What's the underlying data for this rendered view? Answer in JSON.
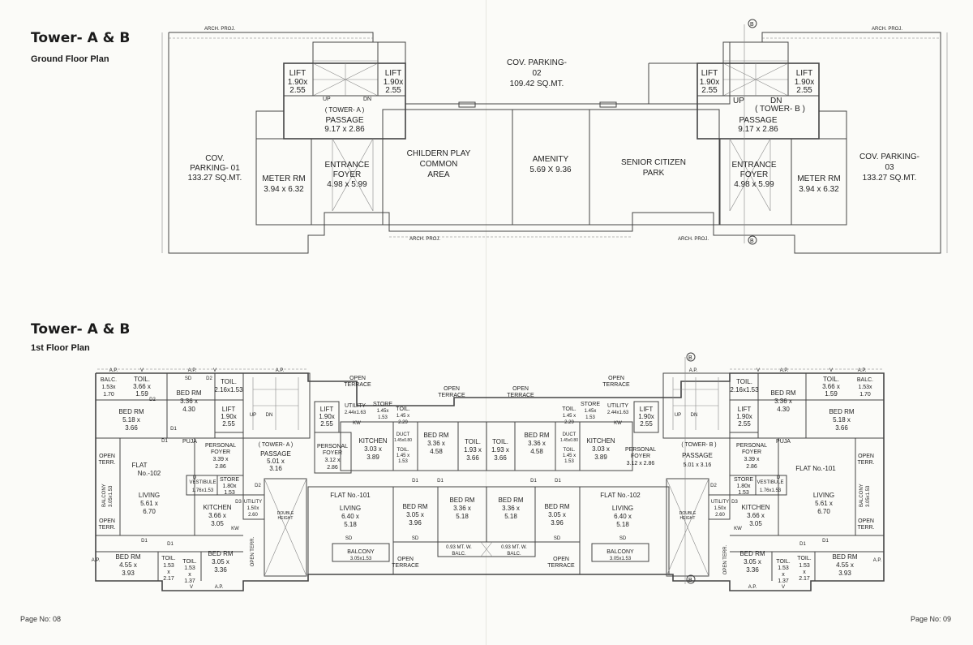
{
  "ground": {
    "title": "Tower- A & B",
    "subtitle": "Ground Floor Plan",
    "arch_proj": "ARCH. PROJ.",
    "dims": {
      "l1": "1.90x",
      "l2": "2.55",
      "passage": "9.17 x 2.86",
      "foyer": "4.98 x 5.99",
      "meter": "3.94 x 6.32"
    },
    "rooms": {
      "parking_01": [
        "COV.",
        "PARKING- 01",
        "133.27 SQ.MT."
      ],
      "parking_02": [
        "COV. PARKING-",
        "02",
        "109.42 SQ.MT."
      ],
      "parking_03": [
        "COV. PARKING-",
        "03",
        "133.27 SQ.MT."
      ],
      "lift": "LIFT",
      "up": "UP",
      "dn": "DN",
      "tower_a": "( TOWER- A )",
      "tower_b": "( TOWER- B )",
      "passage": "PASSAGE",
      "meter_rm": "METER RM",
      "entrance": "ENTRANCE",
      "foyer": "FOYER",
      "play": [
        "CHILDERN PLAY",
        "COMMON",
        "AREA"
      ],
      "amenity": "AMENITY",
      "amenity_dim": "5.69 X 9.36",
      "senior": [
        "SENIOR CITIZEN",
        "PARK"
      ],
      "section_b": "B"
    }
  },
  "first": {
    "title": "Tower- A & B",
    "subtitle": "1st Floor Plan",
    "labels": {
      "ap": "A.P.",
      "v": "V",
      "sd": "SD",
      "d": "D",
      "d1": "D1",
      "d2": "D2",
      "d3": "D3",
      "kw": "KW",
      "balc": "BALC.",
      "balc_dim": "1.53x",
      "balc_dim2": "1.70",
      "toil": "TOIL.",
      "toil1": "3.66 x",
      "toil1b": "1.59",
      "toil2": "2.16x1.53",
      "bed": "BED RM",
      "bed1": "3.36 x",
      "bed1b": "4.30",
      "bed2": "5.18 x",
      "bed2b": "3.66",
      "lift": "LIFT",
      "lift_dim": "1.90x",
      "lift_dim2": "2.55",
      "up": "UP",
      "dn": "DN",
      "tower_a": "( TOWER- A )",
      "tower_b": "( TOWER- B )",
      "passage": "PASSAGE",
      "passage_dim": "5.01 x",
      "passage_dim2": "3.16",
      "passage_dim_b": "5.01 x 3.16",
      "puja": "PUJA",
      "personal": "PERSONAL",
      "foyer": "FOYER",
      "pf1": "3.39 x",
      "pf2": "2.86",
      "pf3": "3.12 x",
      "pf4": "2.86",
      "pf_b": "3.12 x 2.86",
      "open": "OPEN",
      "terr": "TERR.",
      "terrace": "TERRACE",
      "open_terr": "OPEN TERR.",
      "flat102": "FLAT",
      "flat102b": "No.-102",
      "flat101": "FLAT No.-101",
      "flat102full": "FLAT No.-102",
      "flat101r": "FLAT No.-101",
      "balcony": "BALCONY",
      "balcony_v": "BALCONY",
      "balcony_vdim": "3.05x1.53",
      "balcony_dim": "3.05x1.53",
      "living": "LIVING",
      "living1": "5.61 x",
      "living1b": "6.70",
      "living2": "6.40 x",
      "living2b": "5.18",
      "kitchen": "KITCHEN",
      "kit1": "3.66 x",
      "kit1b": "3.05",
      "kit2": "3.03 x",
      "kit2b": "3.89",
      "vestibule": "VESTIBULE",
      "vest_dim": "1.76x1.53",
      "store": "STORE",
      "store1": "1.80x",
      "store1b": "1.53",
      "store2": "1.45x",
      "store2b": "1.53",
      "utility": "UTILITY",
      "util1": "1.50x",
      "util1b": "2.60",
      "util2": "2.44x1.63",
      "double": "DOUBLE",
      "height": "HEIGHT",
      "bed3": "4.55 x",
      "bed3b": "3.93",
      "bed4": "3.05 x",
      "bed4b": "3.36",
      "bed5": "3.36 x",
      "bed5b": "4.58",
      "bed6": "3.36 x",
      "bed6b": "5.18",
      "bed7": "3.05 x",
      "bed7b": "3.96",
      "toil3": "1.53",
      "toil3b": "x",
      "toil3c": "2.17",
      "toil4": "1.53",
      "toil4b": "x",
      "toil4c": "1.37",
      "toil5": "1.93 x",
      "toil5b": "3.66",
      "toil6": "1.45 x",
      "toil6b": "2.29",
      "toil7": "1.45 x",
      "toil7b": "1.53",
      "duct": "DUCT",
      "duct_dim": "1.45x0.80",
      "balc_w": "0.93 MT. W.",
      "balc_w2": "BALC.",
      "section_b": "B"
    }
  },
  "page_left": "Page No: 08",
  "page_right": "Page No: 09"
}
